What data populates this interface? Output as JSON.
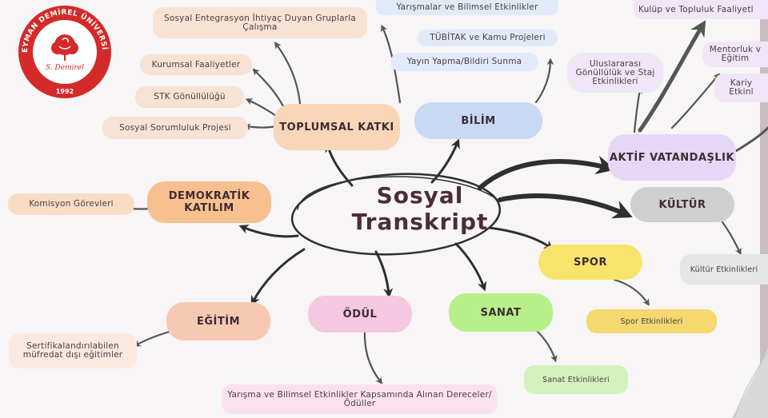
{
  "center": {
    "line1": "Sosyal",
    "line2": "Transkript"
  },
  "logo": {
    "ring_text": "SÜLEYMAN DEMİREL ÜNİVERSİTESİ",
    "year": "1992",
    "signature": "S. Demirel"
  },
  "categories": {
    "toplumsal": "TOPLUMSAL KATKI",
    "bilim": "BİLİM",
    "aktif": "AKTİF VATANDAŞLIK",
    "kultur": "KÜLTÜR",
    "demokratik": "DEMOKRATİK KATILIM",
    "spor": "SPOR",
    "egitim": "EĞİTİM",
    "odul": "ÖDÜL",
    "sanat": "SANAT"
  },
  "leaves": {
    "sosyal_entegrasyon": "Sosyal Entegrasyon İhtiyaç Duyan Gruplarla Çalışma",
    "kurumsal": "Kurumsal Faaliyetler",
    "stk": "STK Gönüllülüğü",
    "sosyal_sorumluluk": "Sosyal Sorumluluk Projesi",
    "yarismalar": "Yarışmalar ve Bilimsel Etkinlikler",
    "tubitak": "TÜBİTAK ve Kamu Projeleri",
    "yayin": "Yayın Yapma/Bildiri Sunma",
    "kulup": "Kulüp ve Topluluk Faaliyetl",
    "mentorluk": "Mentorluk v Eğitim",
    "kariyer": "Kariy Etkinl",
    "uluslararasi": "Uluslararası Gönüllülük ve Staj Etkinlikleri",
    "kultur_etk": "Kültür Etkinlikleri",
    "komisyon": "Komisyon Görevleri",
    "spor_etk": "Spor Etkinlikleri",
    "sertifika": "Sertifikalandırılabilen müfredat dışı eğitimler",
    "odul_desc": "Yarışma ve Bilimsel Etkinlikler Kapsamında Alınan Dereceler/Ödüller",
    "sanat_etk": "Sanat Etkinlikleri"
  },
  "colors": {
    "peach": "#f8e2d3",
    "blue": "#c8d9f4",
    "violet": "#e7d6f5",
    "gray": "#cfcfcf",
    "yellow": "#f7e46c",
    "pink": "#f6c7e0",
    "green": "#b7ef88",
    "salmon": "#f7c9b4",
    "orange": "#f7c08f",
    "logo_red": "#d42a2a",
    "arrow": "#2f2f2f"
  }
}
